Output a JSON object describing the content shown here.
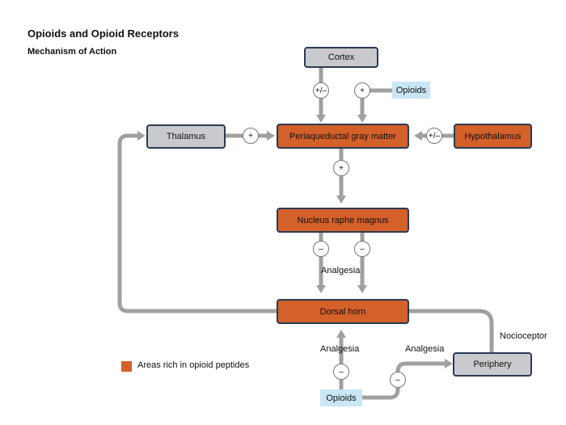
{
  "title": "Opioids and Opioid Receptors",
  "subtitle": "Mechanism of Action",
  "nodes": {
    "cortex": "Cortex",
    "thalamus": "Thalamus",
    "pag": "Periaqueductal gray matter",
    "hypothalamus": "Hypothalamus",
    "nrm": "Nucleus raphe magnus",
    "dorsal_horn": "Dorsal horn",
    "periphery": "Periphery"
  },
  "drugs": {
    "opioids_top": "Opioids",
    "opioids_bottom": "Opioids"
  },
  "signs": {
    "cortex_pag": "+/–",
    "opioids_pag": "+",
    "thalamus_pag": "+",
    "hypothalamus_pag": "+/–",
    "pag_nrm": "+",
    "nrm_dh_left": "–",
    "nrm_dh_right": "–",
    "opioids_dh": "–",
    "opioids_periphery": "–"
  },
  "labels": {
    "analgesia_nrm": "Analgesia",
    "analgesia_dh": "Analgesia",
    "analgesia_periphery": "Analgesia",
    "nocioceptor": "Nocioceptor"
  },
  "legend": {
    "text": "Areas rich in opioid peptides",
    "color": "#d4602a"
  },
  "colors": {
    "orange_node": "#d4602a",
    "gray_node": "#c8cacd",
    "drug_bg": "#c9e6f4",
    "arrow": "#a0a0a0",
    "border": "#2b3a55"
  }
}
